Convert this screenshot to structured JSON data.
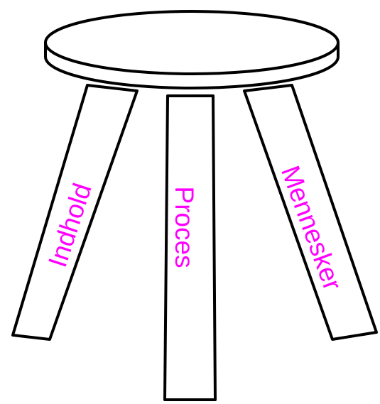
{
  "diagram": {
    "legs": [
      {
        "label": "Indhold"
      },
      {
        "label": "Proces"
      },
      {
        "label": "Mennesker"
      }
    ]
  },
  "colors": {
    "label": "#ff00ff",
    "outline": "#000000",
    "background": "#ffffff"
  }
}
